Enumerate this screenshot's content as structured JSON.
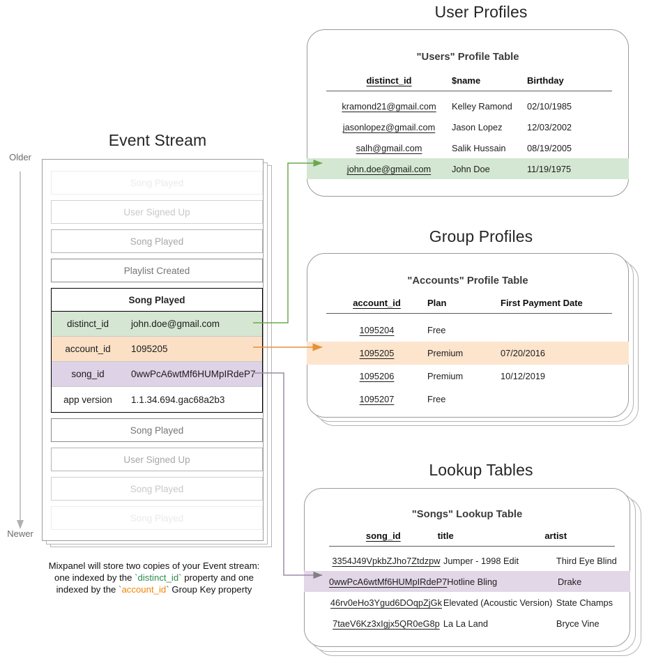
{
  "sections": {
    "event_stream_title": "Event Stream",
    "user_profiles_title": "User Profiles",
    "group_profiles_title": "Group Profiles",
    "lookup_tables_title": "Lookup Tables"
  },
  "time_axis": {
    "older_label": "Older",
    "newer_label": "Newer"
  },
  "event_stream": {
    "events_before": [
      {
        "label": "Song Played",
        "opacity": "op-10"
      },
      {
        "label": "User Signed Up",
        "opacity": "op-28"
      },
      {
        "label": "Song Played",
        "opacity": "op-45"
      },
      {
        "label": "Playlist Created",
        "opacity": "op-70"
      }
    ],
    "expanded_event": {
      "name": "Song Played",
      "properties": [
        {
          "key": "distinct_id",
          "value": "john.doe@gmail.com",
          "highlight": "bg-green"
        },
        {
          "key": "account_id",
          "value": "1095205",
          "highlight": "bg-orange"
        },
        {
          "key": "song_id",
          "value": "0wwPcA6wtMf6HUMpIRdeP7",
          "highlight": "bg-purple"
        },
        {
          "key": "app version",
          "value": "1.1.34.694.gac68a2b3",
          "highlight": ""
        }
      ]
    },
    "events_after": [
      {
        "label": "Song Played",
        "opacity": "op-70"
      },
      {
        "label": "User Signed Up",
        "opacity": "op-45"
      },
      {
        "label": "Song Played",
        "opacity": "op-28"
      },
      {
        "label": "Song Played",
        "opacity": "op-10"
      }
    ]
  },
  "caption": {
    "line1": "Mixpanel will store two copies of your Event stream:",
    "line2_a": "one indexed by the ",
    "line2_token": "distinct_id",
    "line2_b": " property and one",
    "line3_a": "indexed by the ",
    "line3_token": "account_id",
    "line3_b": " Group Key property",
    "backtick": "`"
  },
  "users_table": {
    "title": "\"Users\" Profile Table",
    "columns": [
      "distinct_id",
      "$name",
      "Birthday"
    ],
    "rows": [
      {
        "cells": [
          "kramond21@gmail.com",
          "Kelley Ramond",
          "02/10/1985"
        ],
        "highlight": ""
      },
      {
        "cells": [
          "jasonlopez@gmail.com",
          "Jason Lopez",
          "12/03/2002"
        ],
        "highlight": ""
      },
      {
        "cells": [
          "salh@gmail.com",
          "Salik Hussain",
          "08/19/2005"
        ],
        "highlight": ""
      },
      {
        "cells": [
          "john.doe@gmail.com",
          "John Doe",
          "11/19/1975"
        ],
        "highlight": "hl-green"
      }
    ]
  },
  "accounts_table": {
    "title": "\"Accounts\" Profile Table",
    "columns": [
      "account_id",
      "Plan",
      "First Payment Date"
    ],
    "rows": [
      {
        "cells": [
          "1095204",
          "Free",
          ""
        ],
        "highlight": ""
      },
      {
        "cells": [
          "1095205",
          "Premium",
          "07/20/2016"
        ],
        "highlight": "hl-orange"
      },
      {
        "cells": [
          "1095206",
          "Premium",
          "10/12/2019"
        ],
        "highlight": ""
      },
      {
        "cells": [
          "1095207",
          "Free",
          ""
        ],
        "highlight": ""
      }
    ]
  },
  "songs_table": {
    "title": "\"Songs\" Lookup Table",
    "columns": [
      "song_id",
      "title",
      "artist"
    ],
    "rows": [
      {
        "cells": [
          "3354J49VpkbZJho7Ztdzpw",
          "Jumper - 1998 Edit",
          "Third Eye Blind"
        ],
        "highlight": ""
      },
      {
        "cells": [
          "0wwPcA6wtMf6HUMpIRdeP7",
          "Hotline Bling",
          "Drake"
        ],
        "highlight": "hl-purple"
      },
      {
        "cells": [
          "46rv0eHo3Ygud6DOqpZjGk",
          "Elevated (Acoustic Version)",
          "State Champs"
        ],
        "highlight": ""
      },
      {
        "cells": [
          "7taeV6Kz3xIgjx5QR0eG8p",
          "La La Land",
          "Bryce Vine"
        ],
        "highlight": ""
      }
    ]
  },
  "colors": {
    "green": "#6aa84f",
    "orange": "#e69138",
    "purple": "#8e7cc3",
    "gray": "#999999",
    "highlight_green": "#d4e7d2",
    "highlight_orange": "#fce4cd",
    "highlight_purple": "#e2d7e7"
  }
}
